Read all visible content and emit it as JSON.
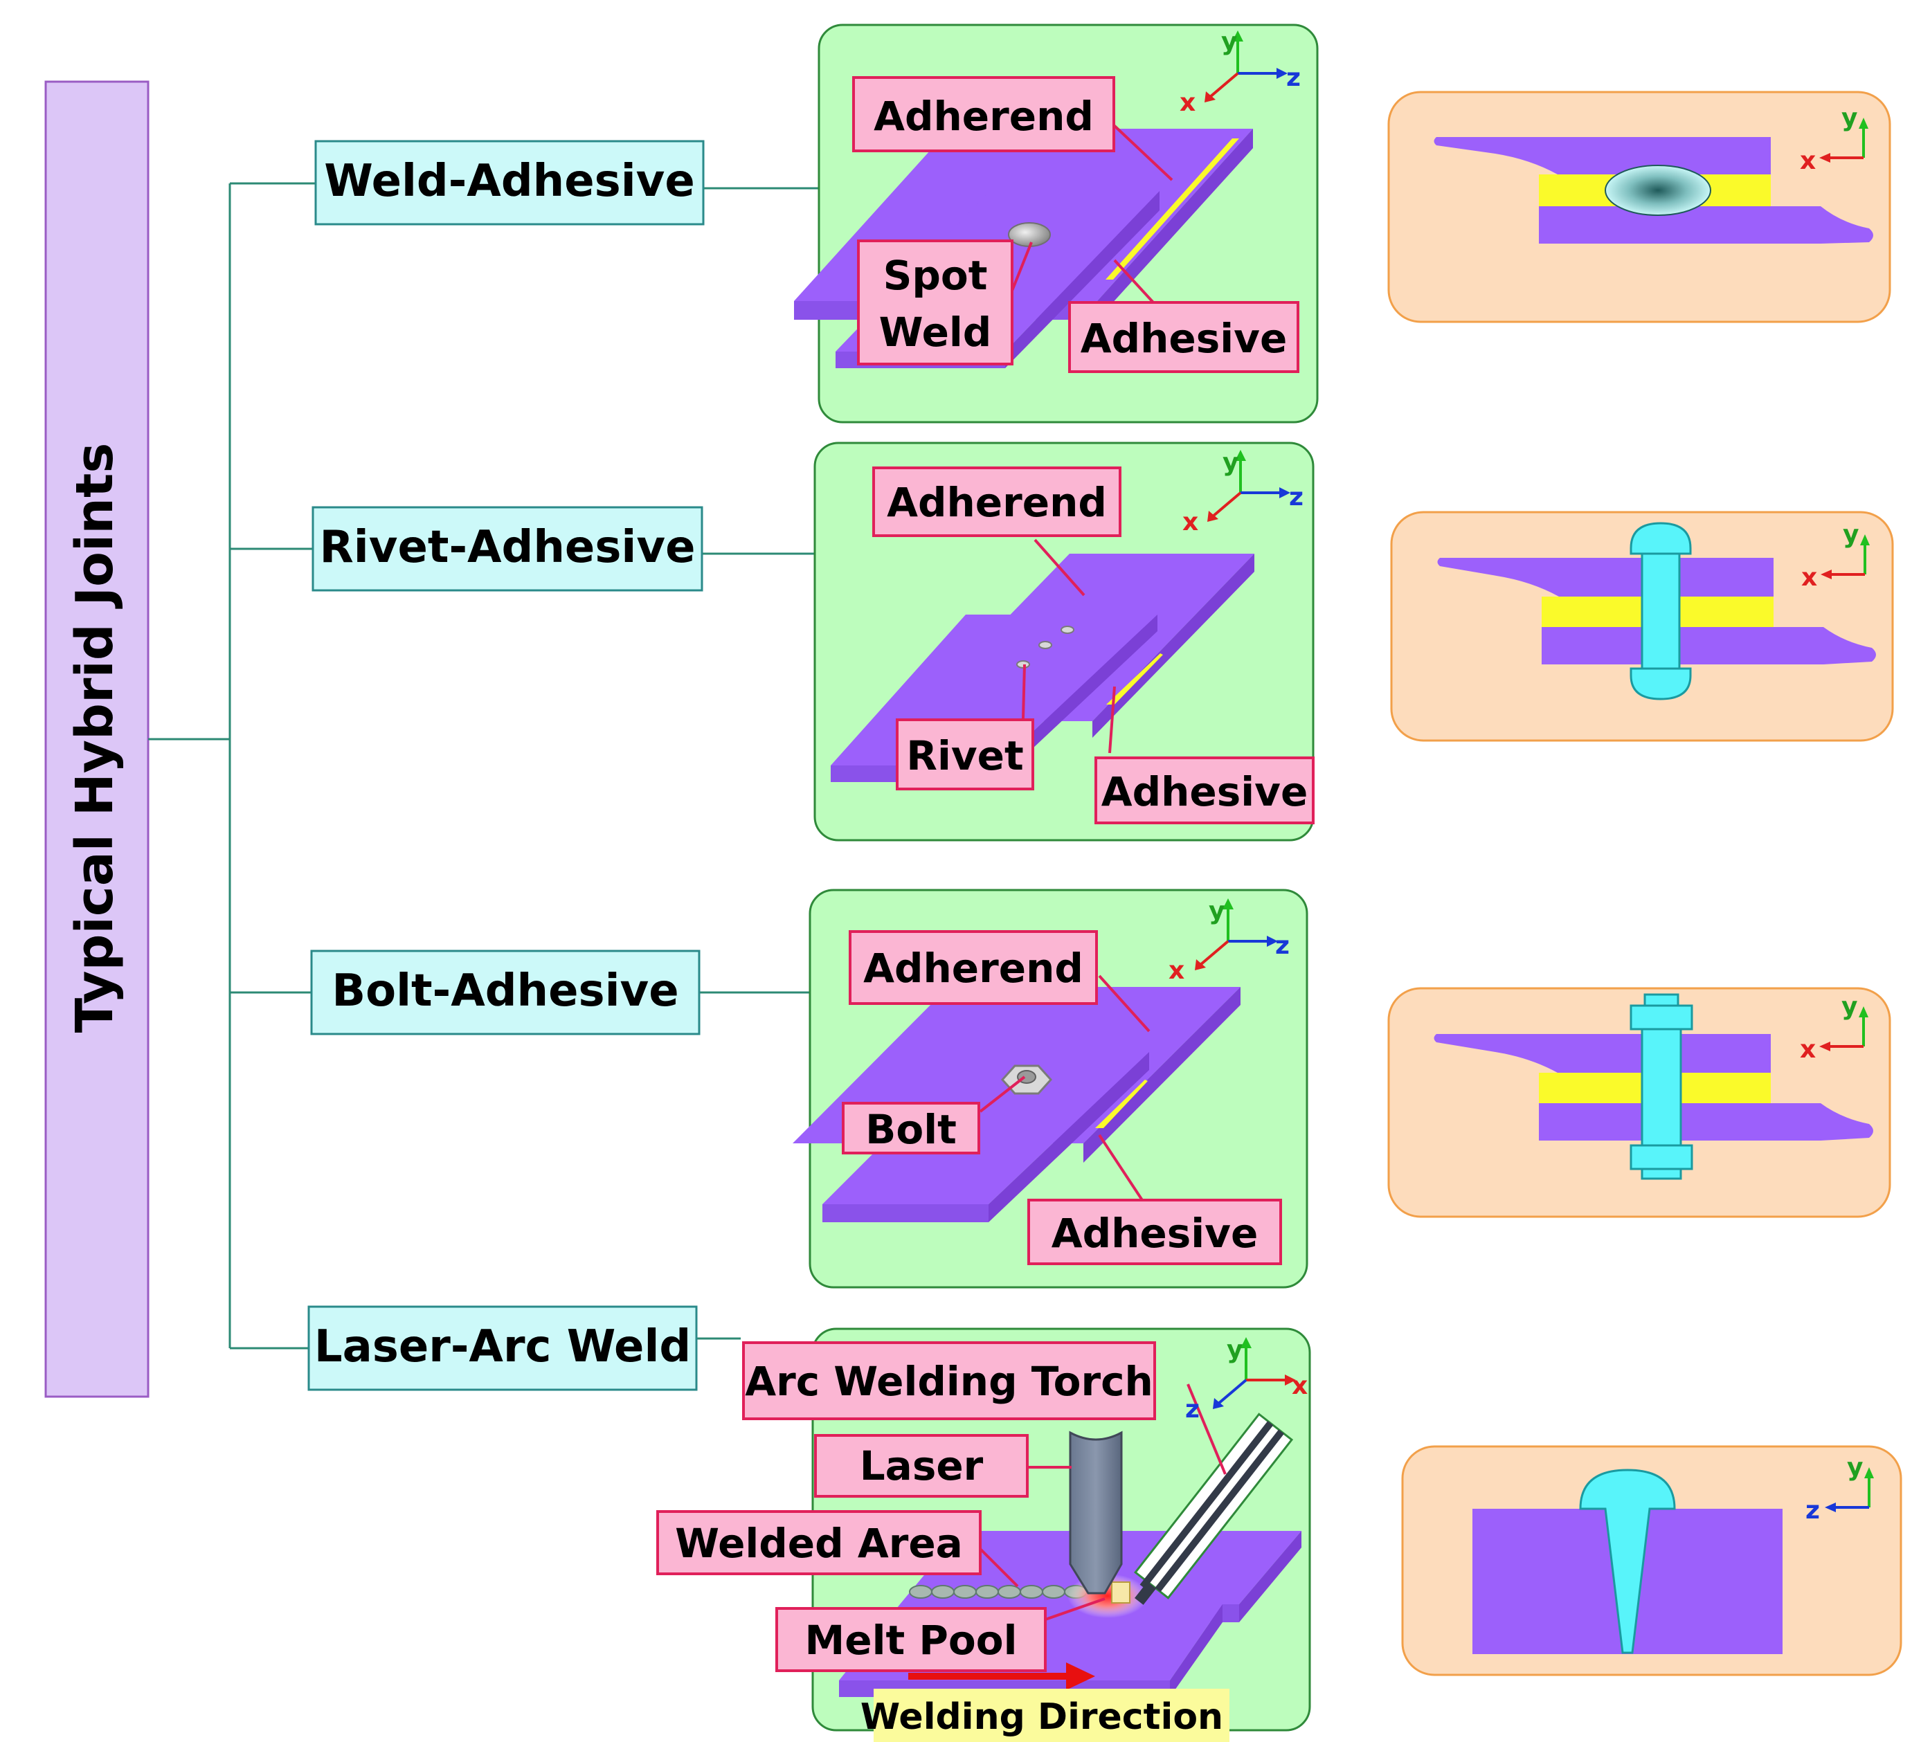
{
  "root_label": "Typical Hybrid Joints",
  "colors": {
    "root_fill": "#dcc6f7",
    "root_stroke": "#9a5cc4",
    "category_fill": "#ccf9f9",
    "category_stroke": "#2a8a8a",
    "tree_line": "#2c8a74",
    "panel_3d_fill": "#bdfdbd",
    "panel_3d_stroke": "#2f8a3a",
    "panel_section_fill": "#fddcbc",
    "panel_section_stroke": "#f2a04a",
    "callout_fill": "#fbb6d3",
    "callout_stroke": "#e0205a",
    "adherend": "#9c60fb",
    "adherend_side": "#7b40d6",
    "adhesive": "#fafa2a",
    "fastener": "#58f4fa",
    "axis_x": "#e02020",
    "axis_y": "#20c020",
    "axis_z": "#1838d8",
    "direction_arrow": "#e81010",
    "direction_box": "#fbfb9c"
  },
  "axes_3d": {
    "x": "x",
    "y": "y",
    "z": "z"
  },
  "joints": [
    {
      "label": "Weld-Adhesive",
      "callouts": {
        "adherend": "Adherend",
        "fastener_line1": "Spot",
        "fastener_line2": "Weld",
        "adhesive": "Adhesive"
      },
      "section_axes": {
        "h": "x",
        "v": "y"
      }
    },
    {
      "label": "Rivet-Adhesive",
      "callouts": {
        "adherend": "Adherend",
        "fastener": "Rivet",
        "adhesive": "Adhesive"
      },
      "section_axes": {
        "h": "x",
        "v": "y"
      }
    },
    {
      "label": "Bolt-Adhesive",
      "callouts": {
        "adherend": "Adherend",
        "fastener": "Bolt",
        "adhesive": "Adhesive"
      },
      "section_axes": {
        "h": "x",
        "v": "y"
      }
    },
    {
      "label": "Laser-Arc Weld",
      "callouts": {
        "torch": "Arc Welding Torch",
        "laser": "Laser",
        "welded_area": "Welded Area",
        "melt_pool": "Melt Pool",
        "direction": "Welding Direction"
      },
      "section_axes": {
        "h": "z",
        "v": "y"
      }
    }
  ]
}
